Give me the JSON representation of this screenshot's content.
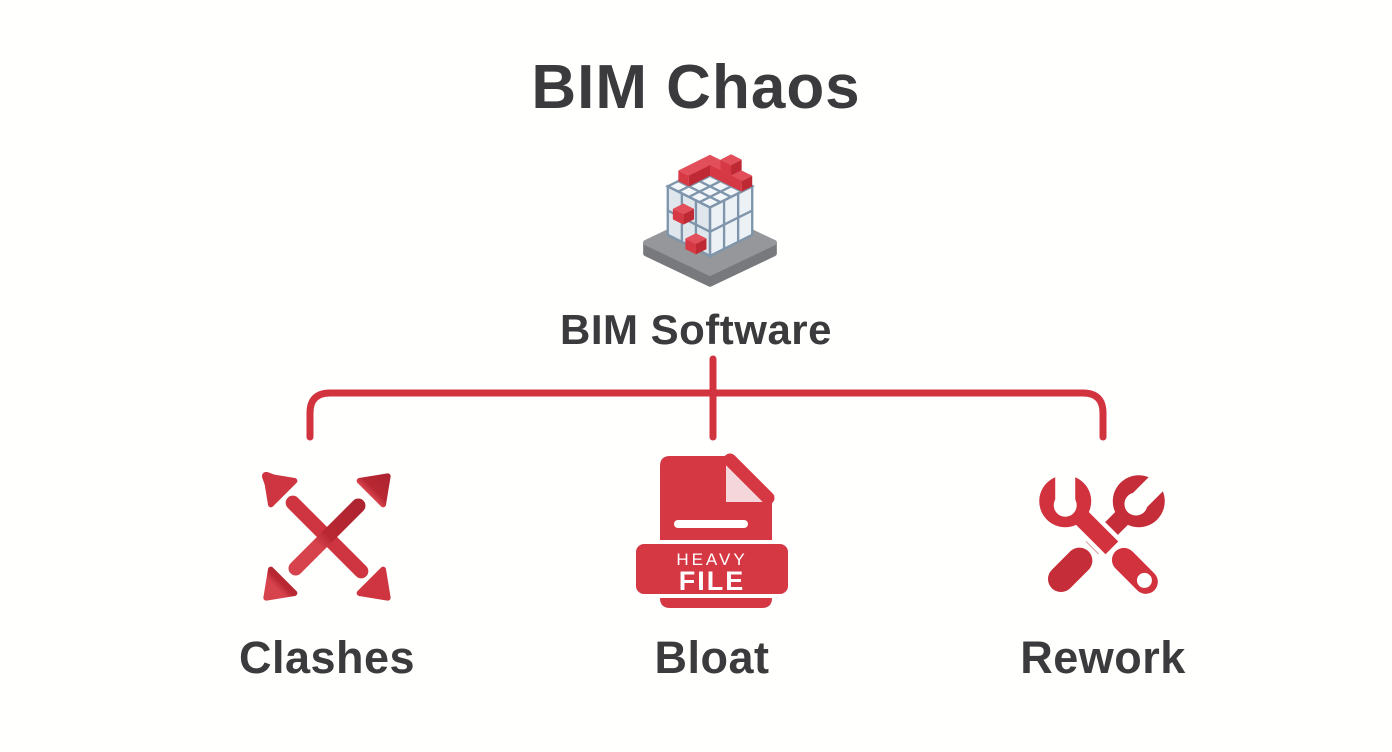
{
  "title": "BIM Chaos",
  "diagram": {
    "root": {
      "label": "BIM Software",
      "icon": "bim-building-blocks-icon"
    },
    "children": [
      {
        "label": "Clashes",
        "icon": "clash-arrows-icon"
      },
      {
        "label": "Bloat",
        "icon": "heavy-file-icon"
      },
      {
        "label": "Rework",
        "icon": "crossed-tools-icon"
      }
    ],
    "file_badge": {
      "line1": "HEAVY",
      "line2": "FILE"
    }
  },
  "colors": {
    "background": "#FFFFFE",
    "text": "#3B3B3D",
    "connector_red": "#D2343F",
    "icon_red": "#D1323E",
    "icon_red_dark": "#B3242F",
    "doc_red": "#D63843",
    "fold_pink": "#F5D6DA",
    "building_frame_blue": "#7E95AB",
    "platform_gray": "#95979A",
    "platform_gray_dark": "#77797C",
    "cube_red_top": "#E24E59",
    "cube_red_left": "#D63944",
    "cube_red_right": "#BF2934"
  }
}
